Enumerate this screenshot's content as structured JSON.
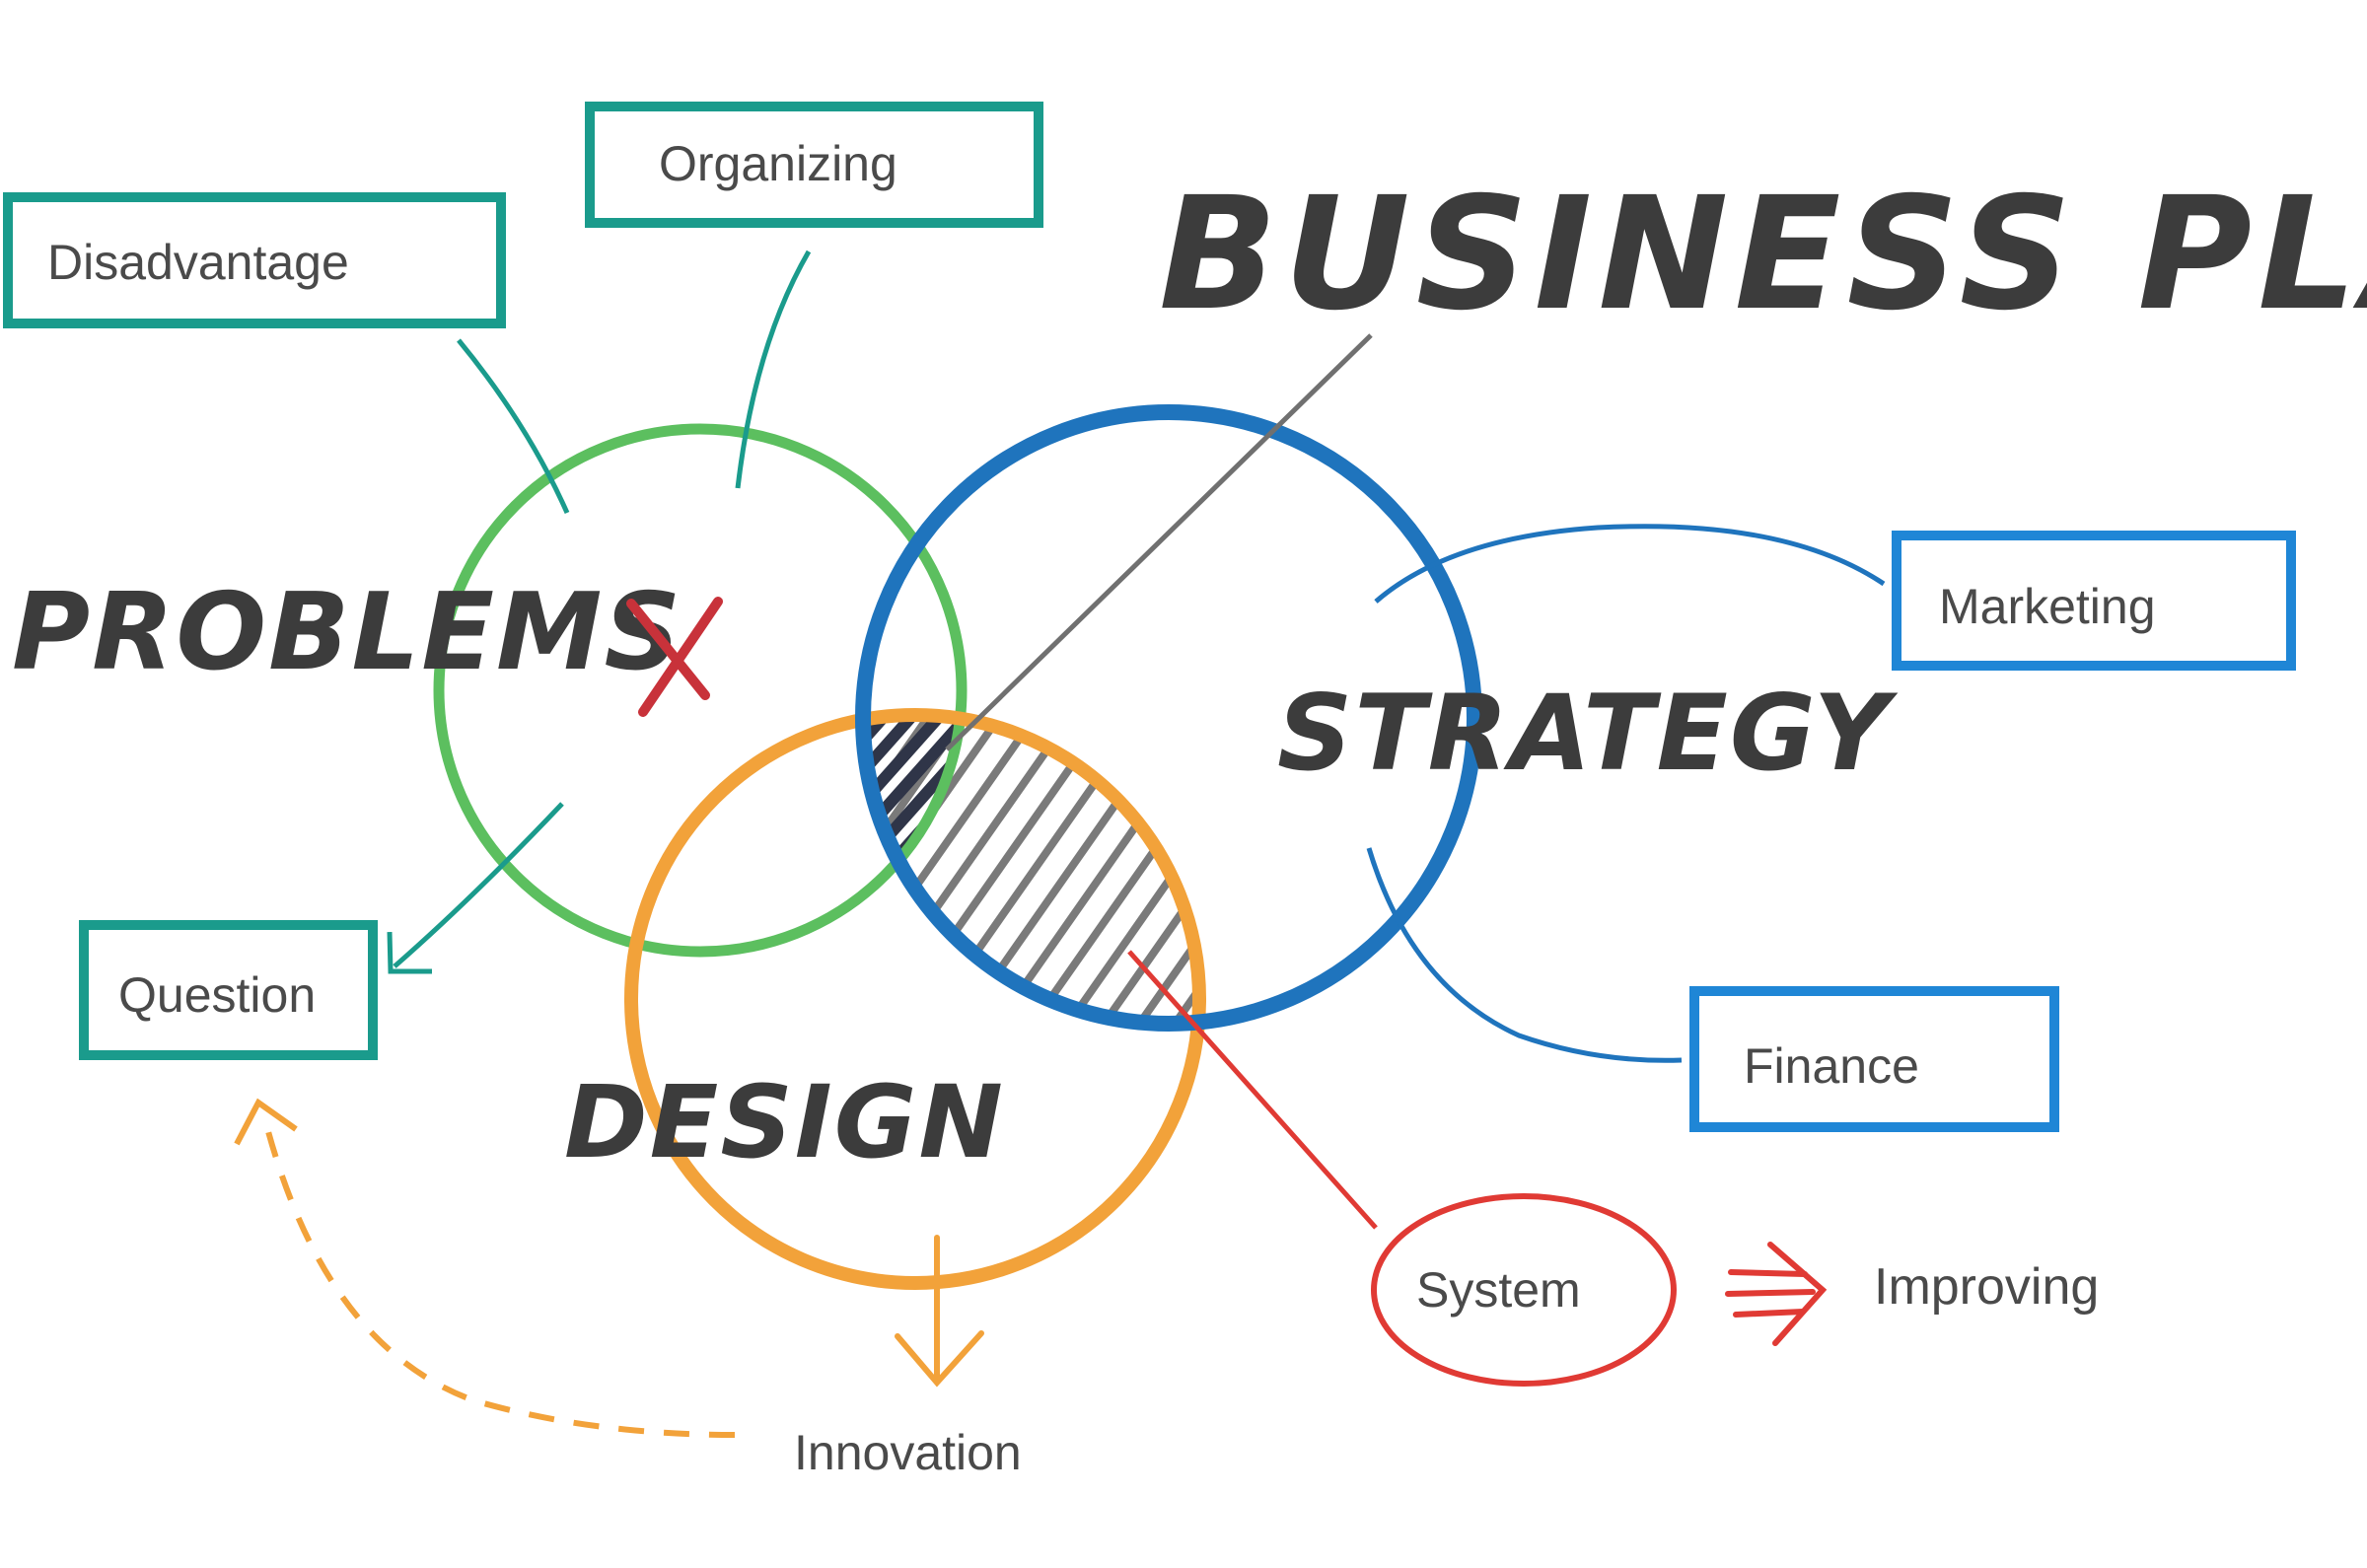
{
  "title": "BUSINESS PLAN",
  "circles": {
    "problems": {
      "label": "PROBLEMS",
      "color": "#5cbf5f"
    },
    "strategy": {
      "label": "STRATEGY",
      "color": "#1f74bd"
    },
    "design": {
      "label": "DESIGN",
      "color": "#f2a23a"
    }
  },
  "boxes": {
    "organizing": "Organizing",
    "disadvantage": "Disadvantage",
    "question": "Question",
    "marketing": "Marketing",
    "finance": "Finance"
  },
  "labels": {
    "system": "System",
    "improving": "Improving",
    "innovation": "Innovation"
  },
  "colors": {
    "teal": "#1a9b8c",
    "blue": "#1f86d6",
    "red": "#e03a34",
    "orange": "#f2a23a",
    "text": "#4a4a4a",
    "heading": "#3c3c3c",
    "hatch": "#7a7a7a"
  },
  "icons": {
    "cross": "x-mark-icon",
    "arrow": "arrow-icon"
  }
}
